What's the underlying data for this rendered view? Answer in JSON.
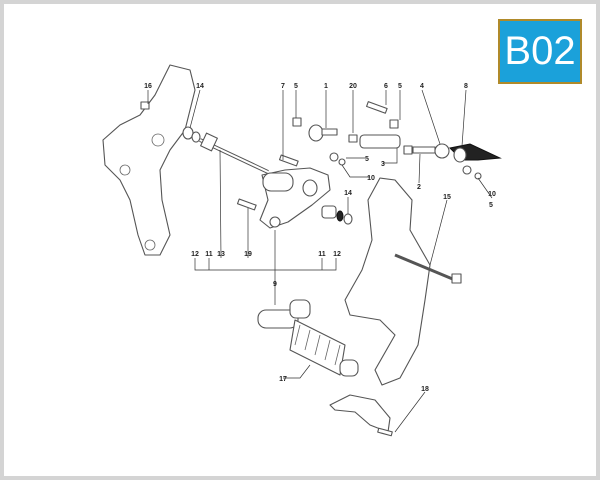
{
  "badge": {
    "code": "B02",
    "fill": "#1ba1da",
    "border": "#b08a2a"
  },
  "callouts": [
    "16",
    "14",
    "7",
    "5",
    "1",
    "20",
    "6",
    "5",
    "4",
    "8",
    "5",
    "10",
    "3",
    "2",
    "10",
    "5",
    "14",
    "15",
    "12",
    "11",
    "13",
    "19",
    "11",
    "12",
    "9",
    "17",
    "18"
  ]
}
